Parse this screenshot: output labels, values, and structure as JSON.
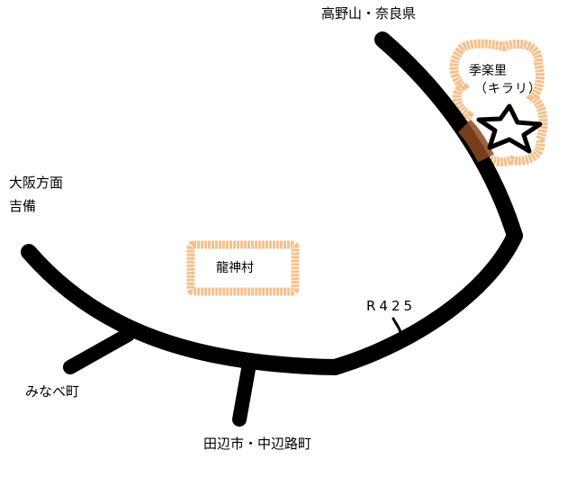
{
  "map": {
    "labels": {
      "north_direction": "高野山・奈良県",
      "west_direction_1": "大阪方面",
      "west_direction_2": "吉備",
      "southwest_town": "みなべ町",
      "south_towns": "田辺市・中辺路町",
      "route_number": "R425",
      "village": "龍神村",
      "destination_name": "季楽里",
      "destination_reading": "（キラリ）"
    },
    "marker": "star-icon",
    "colors": {
      "road": "#000000",
      "highlight_outline": "#f6c08c",
      "highlight_overlap": "#8a4a1e",
      "background": "#ffffff"
    }
  }
}
